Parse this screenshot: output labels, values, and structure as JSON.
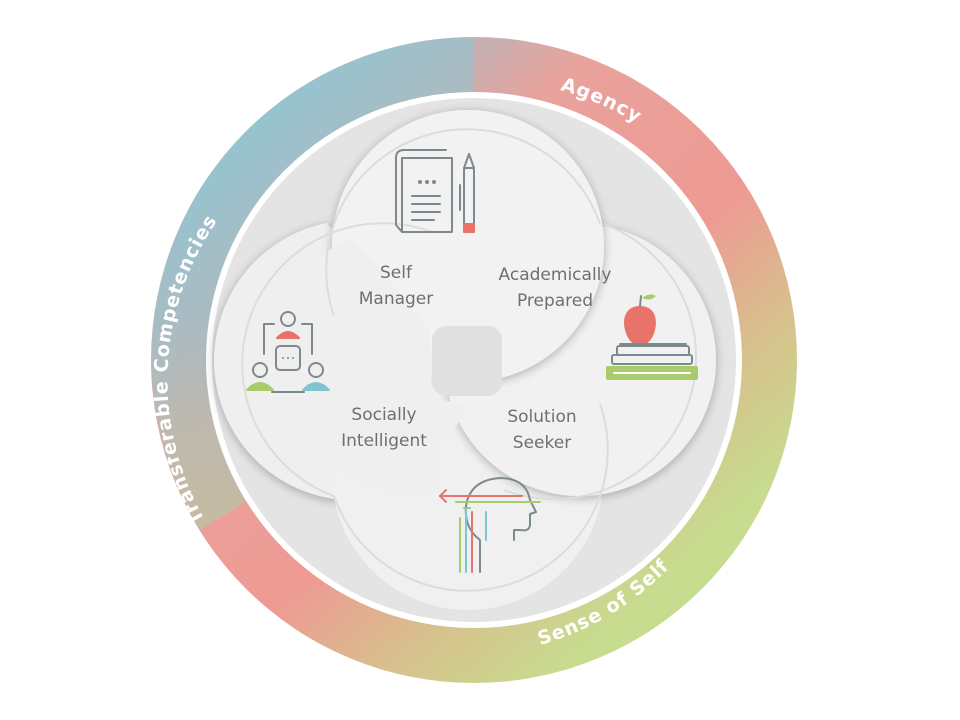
{
  "ring": {
    "labels": {
      "agency": "Agency",
      "transferable": "Transferable Competencies",
      "sense_of_self": "Sense of Self"
    },
    "colors": {
      "agency": "#ee9a93",
      "transferable": "#8fc6d3",
      "sense_of_self": "#c7dc8e",
      "inner_disc": "#e4e4e4",
      "lobe": "#f1f1f1"
    }
  },
  "lobes": {
    "self_manager": {
      "line1": "Self",
      "line2": "Manager",
      "icon": "document-and-pen-icon"
    },
    "academically_prepared": {
      "line1": "Academically",
      "line2": "Prepared",
      "icon": "apple-on-books-icon"
    },
    "solution_seeker": {
      "line1": "Solution",
      "line2": "Seeker",
      "icon": "head-with-arrows-icon"
    },
    "socially_intelligent": {
      "line1": "Socially",
      "line2": "Intelligent",
      "icon": "people-network-icon"
    }
  },
  "icon_colors": {
    "line": "#7c8a8e",
    "red": "#e8736b",
    "green": "#a9cc6b",
    "teal": "#7fc4cf"
  }
}
